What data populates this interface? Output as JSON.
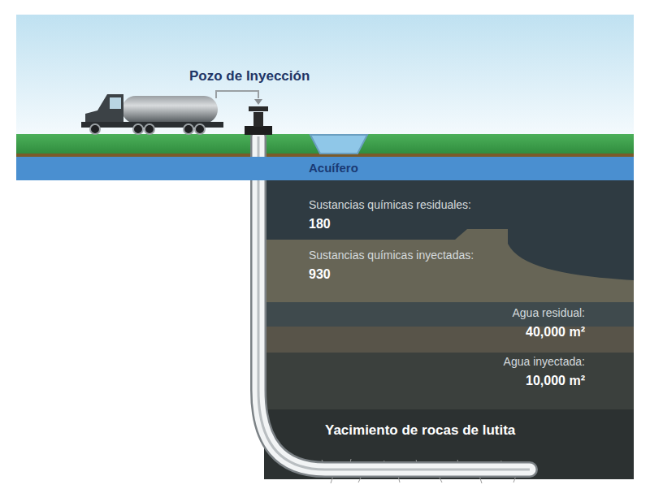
{
  "diagram": {
    "nodes": [
      {
        "text": [
          "Acuífero"
        ]
      }
    ],
    "labels": [
      "Pozo de Inyección",
      "Sustancias químicas residuales:",
      "180",
      "Sustancias químicas inyectadas:",
      "930",
      "Agua residual:",
      "40,000 m²",
      "Agua inyectada:",
      "10,000 m²",
      "Yacimiento de rocas de lutita"
    ]
  }
}
